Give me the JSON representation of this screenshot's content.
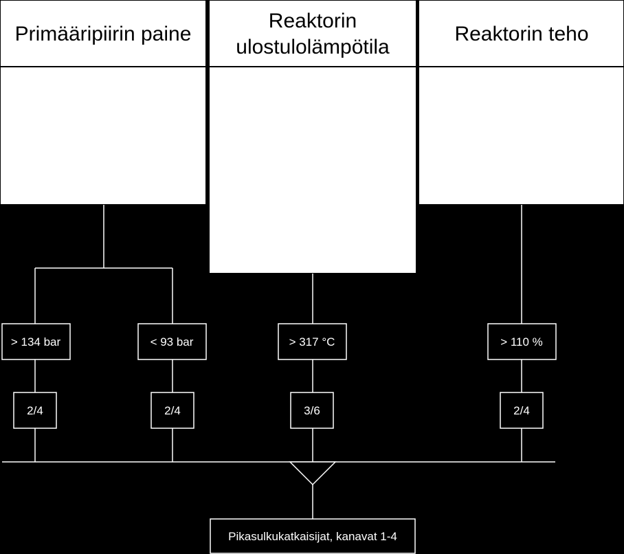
{
  "colors": {
    "background": "#000000",
    "panel": "#ffffff",
    "line": "#ffffff"
  },
  "headers": [
    {
      "id": "pressure",
      "lines": [
        "Primääripiirin paine"
      ]
    },
    {
      "id": "temperature",
      "lines": [
        "Reaktorin",
        "ulostulolämpötila"
      ]
    },
    {
      "id": "power",
      "lines": [
        "Reaktorin teho"
      ]
    }
  ],
  "conditions": {
    "high_pressure": "> 134 bar",
    "low_pressure": "< 93 bar",
    "temperature": "> 317 °C",
    "power": "> 110 %"
  },
  "votes": {
    "high_pressure": "2/4",
    "low_pressure": "2/4",
    "temperature": "3/6",
    "power": "2/4"
  },
  "output": {
    "label": "Pikasulkukatkaisijat, kanavat 1-4"
  }
}
